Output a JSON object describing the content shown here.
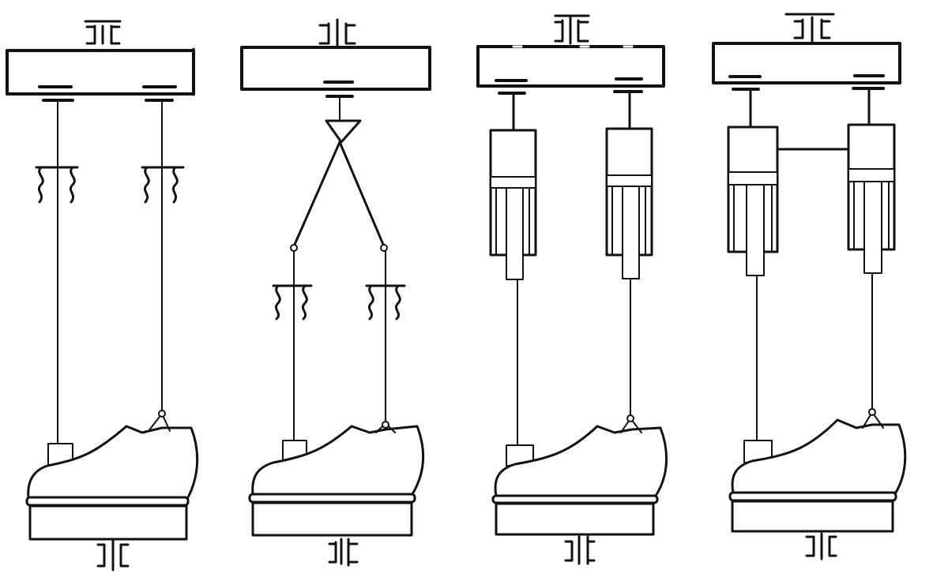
{
  "diagram": {
    "panels": [
      {
        "id": "panel-1",
        "mechanism": "springs"
      },
      {
        "id": "panel-2",
        "mechanism": "single-wedge-springs"
      },
      {
        "id": "panel-3",
        "mechanism": "cylinders"
      },
      {
        "id": "panel-4",
        "mechanism": "linked-cylinders"
      }
    ],
    "ink_color": "#111111",
    "paper_color": "#ffffff"
  }
}
